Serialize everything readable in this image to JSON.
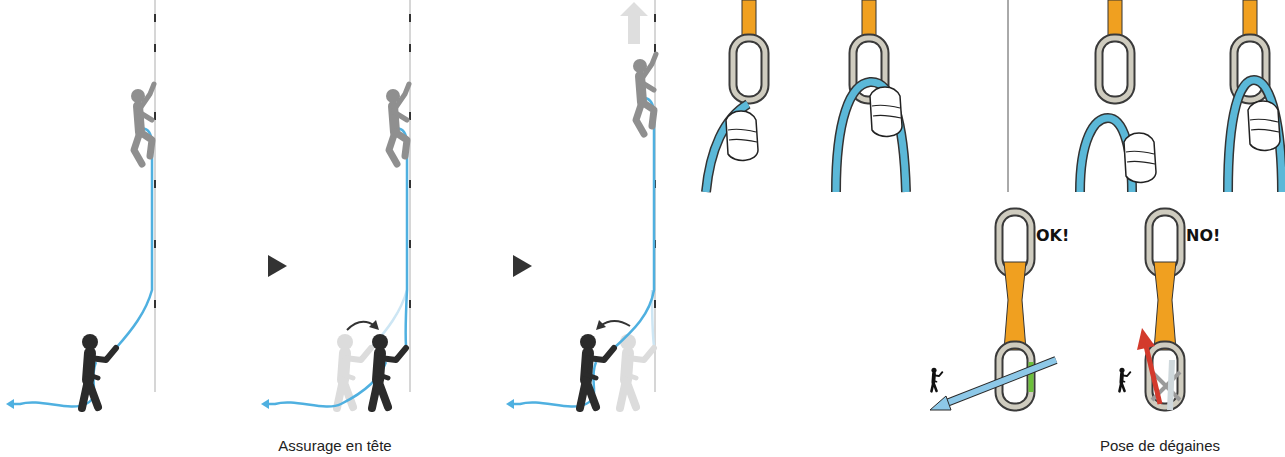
{
  "diagram": {
    "labels": [
      "Assurage en tête",
      "Pose de dégaines",
      "OK!",
      "NO!"
    ]
  }
}
